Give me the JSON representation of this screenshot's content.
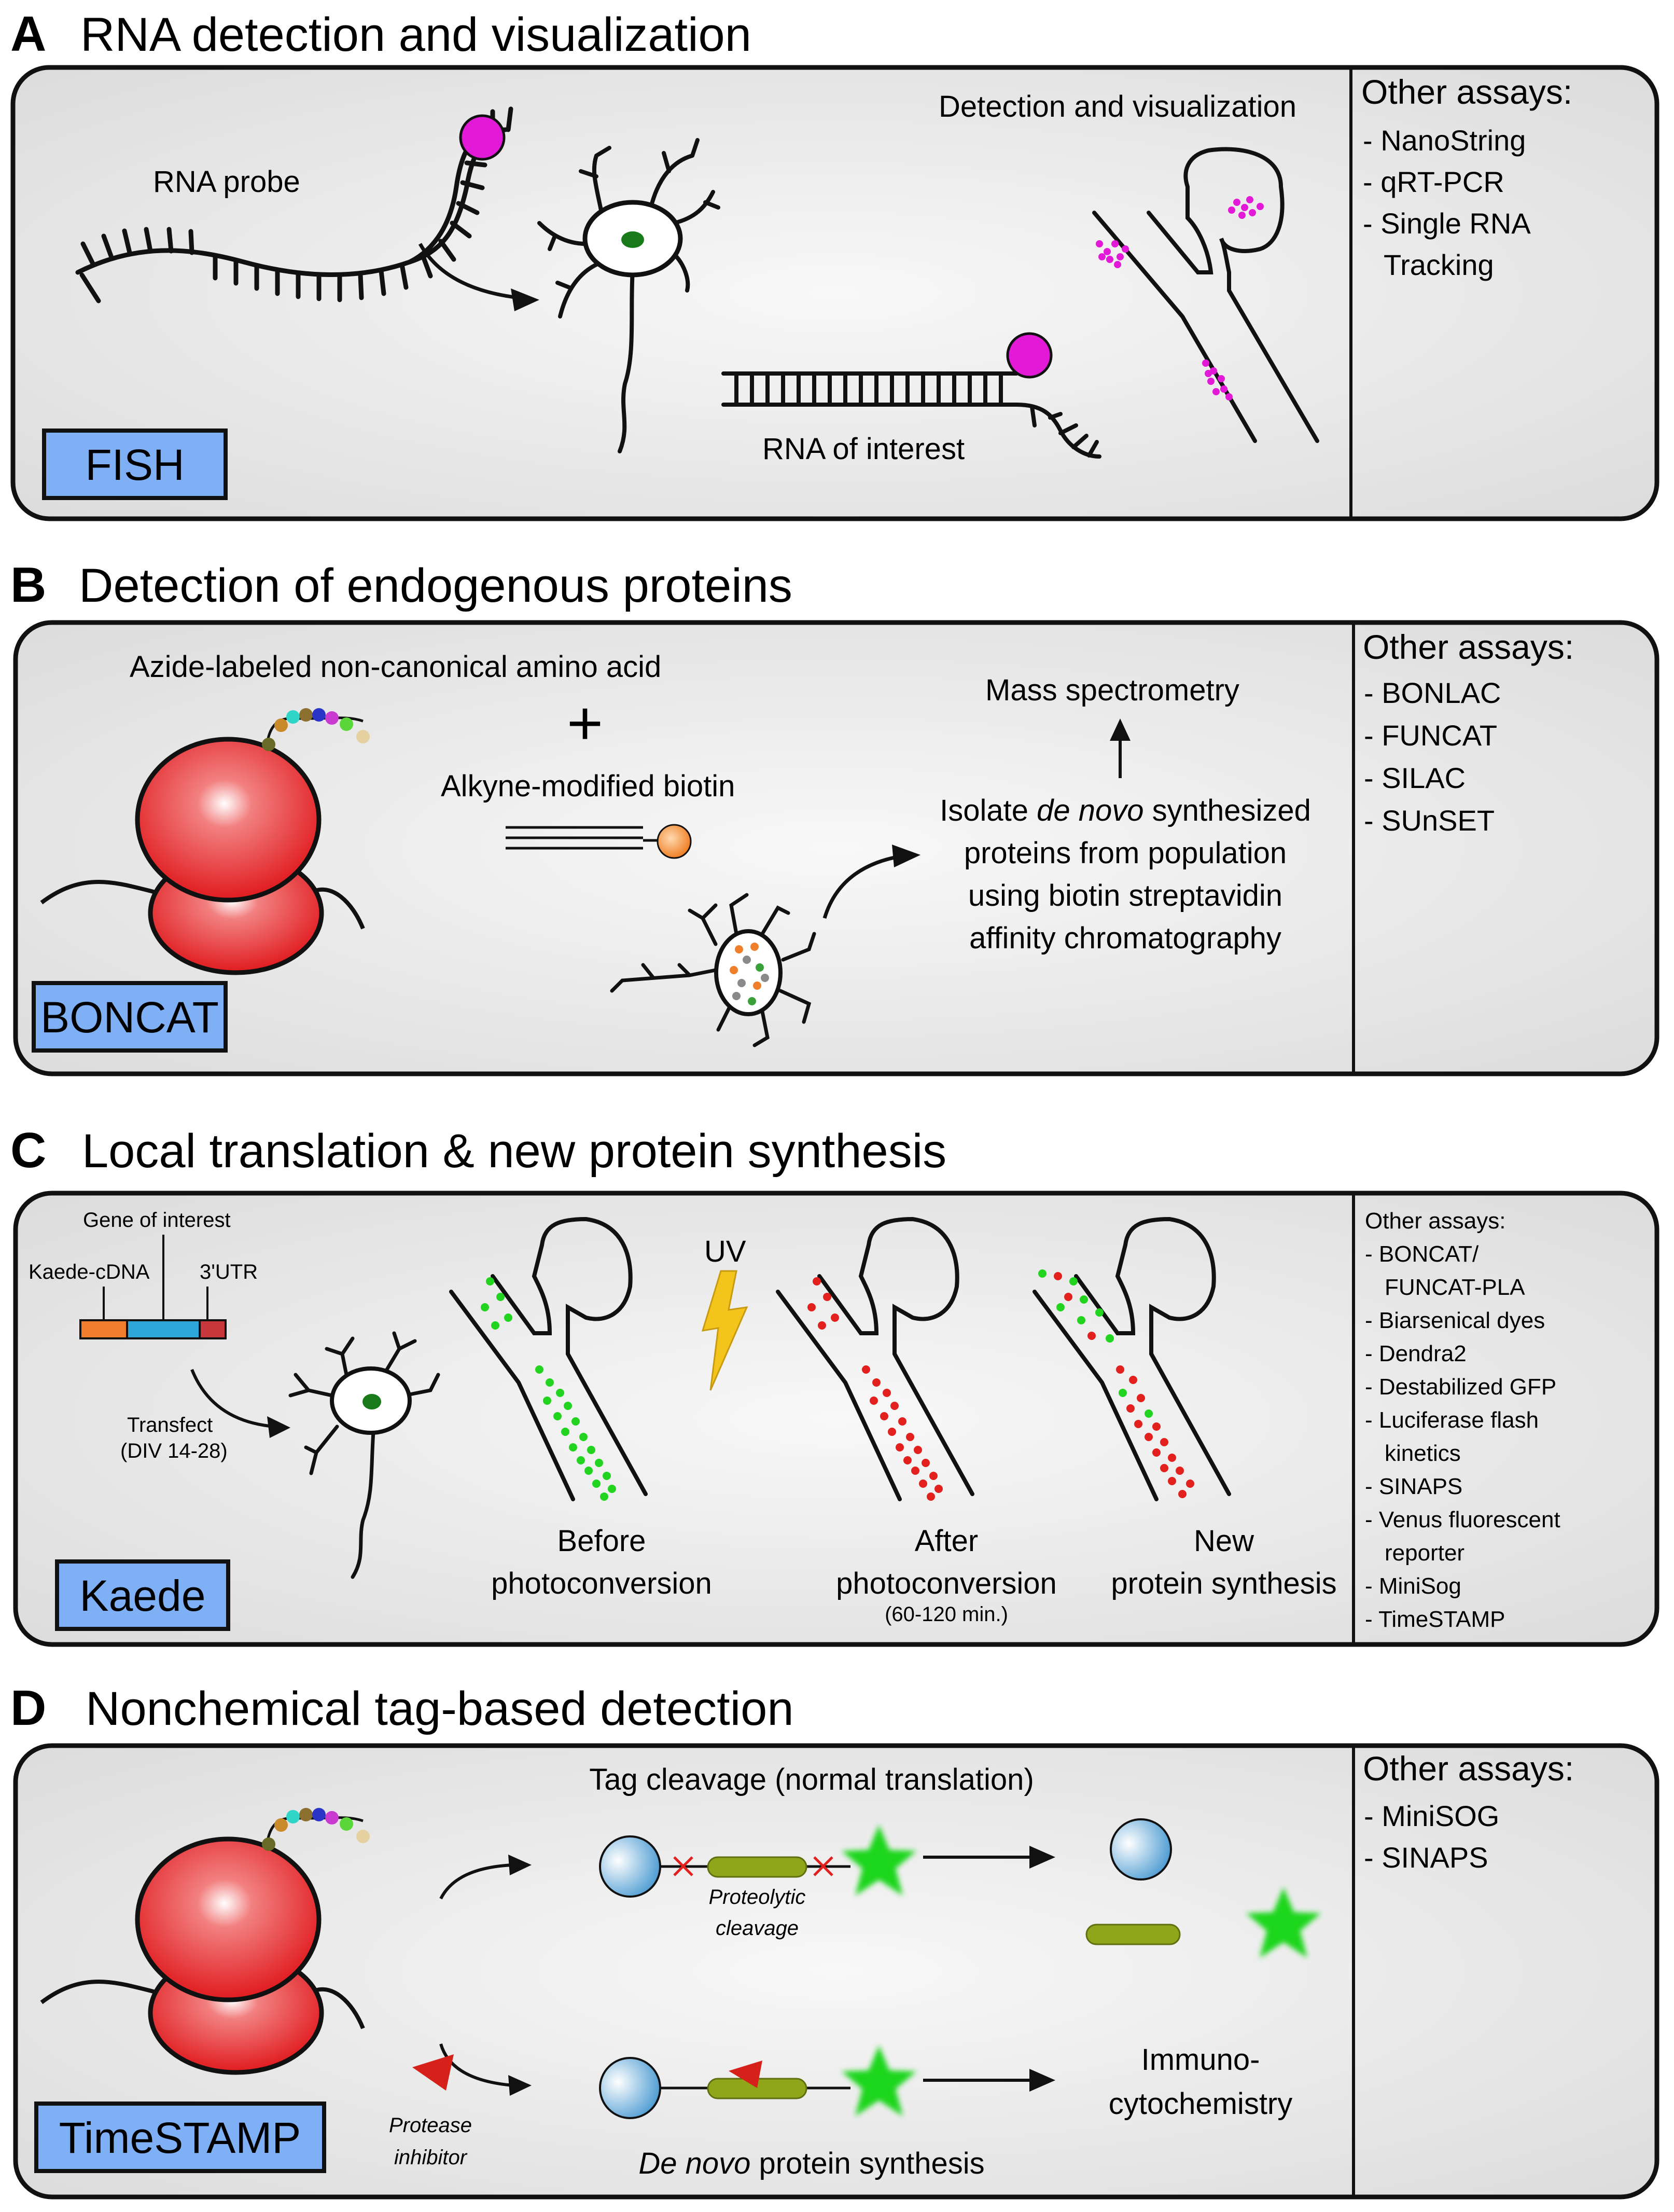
{
  "panel_a": {
    "letter": "A",
    "title": "RNA detection and visualization",
    "labels": {
      "rna_probe": "RNA probe",
      "detection": "Detection and visualization",
      "rna_interest": "RNA of interest"
    },
    "tag": "FISH",
    "other_title": "Other assays:",
    "other_items": [
      "- NanoString",
      "- qRT-PCR",
      "- Single RNA",
      "Tracking"
    ]
  },
  "panel_b": {
    "letter": "B",
    "title": "Detection of endogenous proteins",
    "labels": {
      "azide": "Azide-labeled non-canonical amino acid",
      "plus": "+",
      "alkyne": "Alkyne-modified biotin",
      "mass_spec": "Mass spectrometry",
      "isolate_1a": "Isolate ",
      "isolate_1b": "de novo",
      "isolate_1c": " synthesized",
      "isolate_2": "proteins from population",
      "isolate_3": "using biotin streptavidin",
      "isolate_4": "affinity chromatography"
    },
    "tag": "BONCAT",
    "other_title": "Other assays:",
    "other_items": [
      "- BONLAC",
      "- FUNCAT",
      "- SILAC",
      "- SUnSET"
    ]
  },
  "panel_c": {
    "letter": "C",
    "title": "Local translation & new protein synthesis",
    "labels": {
      "gene": "Gene of interest",
      "kaede_cdna": "Kaede-cDNA",
      "utr": "3'UTR",
      "transfect": "Transfect",
      "div": "(DIV 14-28)",
      "uv": "UV",
      "before_1": "Before",
      "before_2": "photoconversion",
      "after_1": "After",
      "after_2": "photoconversion",
      "after_3": "(60-120 min.)",
      "new_1": "New",
      "new_2": "protein synthesis"
    },
    "tag": "Kaede",
    "other_title": "Other assays:",
    "other_items": [
      "- BONCAT/",
      "FUNCAT-PLA",
      "- Biarsenical dyes",
      "- Dendra2",
      "- Destabilized GFP",
      "- Luciferase flash",
      "kinetics",
      "- SINAPS",
      "- Venus fluorescent",
      "reporter",
      "- MiniSog",
      "- TimeSTAMP"
    ]
  },
  "panel_d": {
    "letter": "D",
    "title": "Nonchemical tag-based detection",
    "labels": {
      "tag_cleavage": "Tag cleavage (normal translation)",
      "proteolytic_1": "Proteolytic",
      "proteolytic_2": "cleavage",
      "protease_1": "Protease",
      "protease_2": "inhibitor",
      "denovo_a": "De novo",
      "denovo_b": " protein synthesis",
      "immuno_1": "Immuno-",
      "immuno_2": "cytochemistry"
    },
    "tag": "TimeSTAMP",
    "other_title": "Other assays:",
    "other_items": [
      "- MiniSOG",
      "- SINAPS"
    ]
  },
  "colors": {
    "tag_fill": "#7fb0f5",
    "panel_fill": "#e9e9e9",
    "probe_magenta": "#e21ad7",
    "ribosome_red": "#e8262a",
    "green_dot": "#22d31f",
    "red_dot": "#e2201d",
    "nucleus_green": "#187a18",
    "olive_bar": "#8fa51a",
    "blue_ball": "#5aa3d6",
    "uv_yellow": "#f2c41c",
    "biotin_orange": "#f08a2a",
    "cdna_orange": "#f07d2c",
    "cdna_blue": "#2fa6d8",
    "cdna_red": "#c8373c"
  }
}
